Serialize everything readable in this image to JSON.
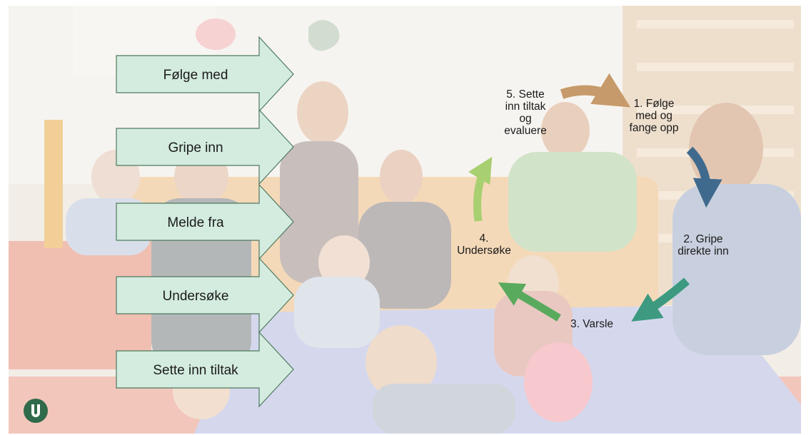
{
  "steps": [
    {
      "label": "Følge med"
    },
    {
      "label": "Gripe inn"
    },
    {
      "label": "Melde fra"
    },
    {
      "label": "Undersøke"
    },
    {
      "label": "Sette inn tiltak"
    }
  ],
  "cycle": {
    "step1": "1. Følge\nmed og\nfange opp",
    "step2": "2. Gripe\ndirekte inn",
    "step3": "3. Varsle",
    "step4": "4.\nUndersøke",
    "step5": "5. Sette\ninn tiltak\nog\nevaluere"
  },
  "colors": {
    "arrow_fill": "#d4ecdf",
    "arrow_stroke": "#4e7a5e",
    "cycle_top": "#c69a6a",
    "cycle_right": "#3f6a8e",
    "cycle_lower_right": "#3d9a80",
    "cycle_lower_left": "#5aaa5e",
    "cycle_left": "#a8cf70"
  },
  "logo_icon": "u-logo-icon"
}
